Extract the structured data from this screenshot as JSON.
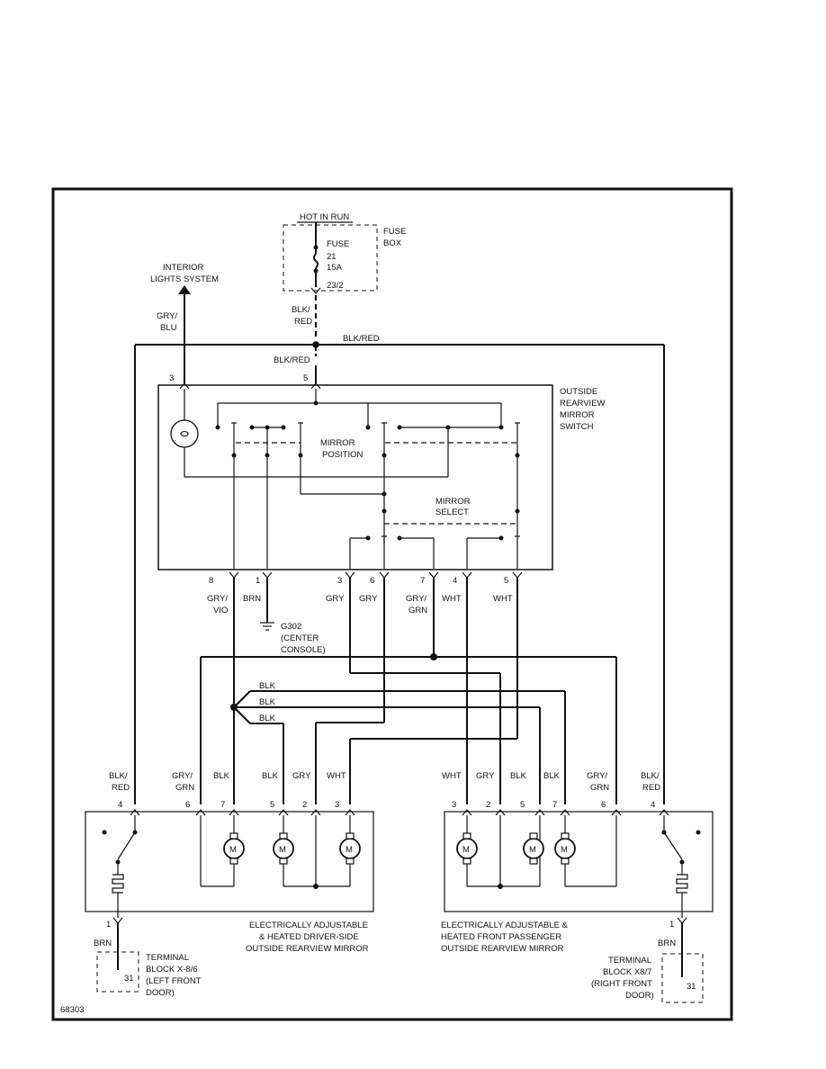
{
  "figure_id": "68303",
  "fuse_box": {
    "hot_label": "HOT IN RUN",
    "title_1": "FUSE",
    "title_2": "BOX",
    "fuse_l1": "FUSE",
    "fuse_l2": "21",
    "fuse_l3": "15A",
    "pin": "23/2"
  },
  "interior": {
    "l1": "INTERIOR",
    "l2": "LIGHTS SYSTEM"
  },
  "wires": {
    "gry_blu_1": "GRY/",
    "gry_blu_2": "BLU",
    "blk_red_a1": "BLK/",
    "blk_red_a2": "RED",
    "blk_red_bus": "BLK/RED",
    "blk_red_b": "BLK/RED",
    "blk1": "BLK",
    "blk2": "BLK",
    "blk3": "BLK"
  },
  "switch": {
    "t1": "OUTSIDE",
    "t2": "REARVIEW",
    "t3": "MIRROR",
    "t4": "SWITCH",
    "pos1": "MIRROR",
    "pos2": "POSITION",
    "sel1": "MIRROR",
    "sel2": "SELECT",
    "top_pins": [
      "3",
      "5"
    ],
    "bottom_pins": [
      "8",
      "1",
      "3",
      "6",
      "7",
      "4",
      "5"
    ],
    "bottom_wires": [
      {
        "l1": "GRY/",
        "l2": "VIO"
      },
      {
        "l1": "BRN",
        "l2": ""
      },
      {
        "l1": "GRY",
        "l2": ""
      },
      {
        "l1": "GRY",
        "l2": ""
      },
      {
        "l1": "GRY/",
        "l2": "GRN"
      },
      {
        "l1": "WHT",
        "l2": ""
      },
      {
        "l1": "WHT",
        "l2": ""
      }
    ]
  },
  "ground": {
    "id": "G302",
    "l2": "(CENTER",
    "l3": "CONSOLE)"
  },
  "left_mirror": {
    "wires": [
      {
        "l1": "BLK/",
        "l2": "RED"
      },
      {
        "l1": "GRY/",
        "l2": "GRN"
      },
      {
        "l1": "BLK",
        "l2": ""
      },
      {
        "l1": "BLK",
        "l2": ""
      },
      {
        "l1": "GRY",
        "l2": ""
      },
      {
        "l1": "WHT",
        "l2": ""
      }
    ],
    "pins": [
      "4",
      "6",
      "7",
      "5",
      "2",
      "3"
    ],
    "motor": "M",
    "label": [
      "ELECTRICALLY ADJUSTABLE",
      "& HEATED DRIVER-SIDE",
      "OUTSIDE REARVIEW MIRROR"
    ],
    "ground_pin": "1",
    "ground_wire": "BRN",
    "terminal": [
      "TERMINAL",
      "BLOCK X-8/6",
      "(LEFT FRONT",
      "DOOR)"
    ],
    "terminal_pin": "31"
  },
  "right_mirror": {
    "wires": [
      {
        "l1": "WHT",
        "l2": ""
      },
      {
        "l1": "GRY",
        "l2": ""
      },
      {
        "l1": "BLK",
        "l2": ""
      },
      {
        "l1": "BLK",
        "l2": ""
      },
      {
        "l1": "GRY/",
        "l2": "GRN"
      },
      {
        "l1": "BLK/",
        "l2": "RED"
      }
    ],
    "pins": [
      "3",
      "2",
      "5",
      "7",
      "6",
      "4"
    ],
    "motor": "M",
    "label": [
      "ELECTRICALLY ADJUSTABLE &",
      "HEATED FRONT PASSENGER",
      "OUTSIDE REARVIEW MIRROR"
    ],
    "ground_pin": "1",
    "ground_wire": "BRN",
    "terminal": [
      "TERMINAL",
      "BLOCK X8/7",
      "(RIGHT FRONT",
      "DOOR)"
    ],
    "terminal_pin": "31"
  }
}
